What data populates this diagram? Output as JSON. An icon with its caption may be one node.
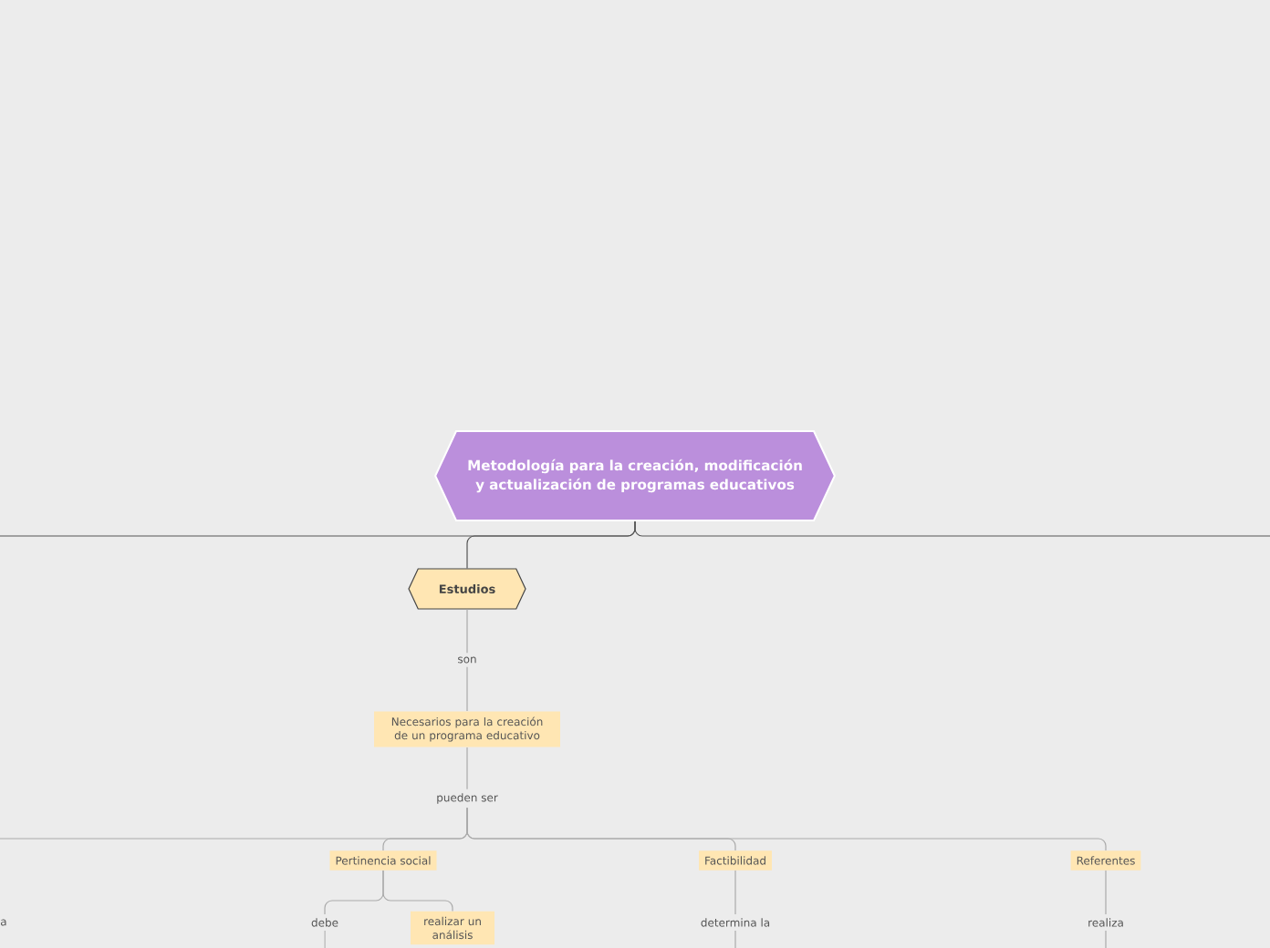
{
  "diagram": {
    "nodes": [
      {
        "text": [
          "Metodología para la creación, modificación y actualización de programas educativos"
        ]
      },
      {
        "text": [
          "Estudios"
        ]
      },
      {
        "text": [
          "son"
        ]
      },
      {
        "text": [
          "Necesarios para la creación de un programa educativo"
        ]
      },
      {
        "text": [
          "pueden ser"
        ]
      },
      {
        "text": [
          "Pertinencia social"
        ]
      },
      {
        "text": [
          "Factibilidad"
        ]
      },
      {
        "text": [
          "Referentes"
        ]
      },
      {
        "text": [
          "debe"
        ]
      },
      {
        "text": [
          "realizar un análisis"
        ]
      },
      {
        "text": [
          "determina la"
        ]
      },
      {
        "text": [
          "realiza"
        ]
      }
    ],
    "edges": [
      {
        "from": 0,
        "to": 1,
        "arrow": "none",
        "color": "#555555"
      },
      {
        "from": 0,
        "to": null,
        "arrow": "none",
        "color": "#555555"
      },
      {
        "from": 0,
        "to": null,
        "arrow": "none",
        "color": "#555555"
      },
      {
        "from": 1,
        "to": 2,
        "arrow": "none"
      },
      {
        "from": 2,
        "to": 3,
        "arrow": "none"
      },
      {
        "from": 3,
        "to": 4,
        "arrow": "none"
      },
      {
        "from": 4,
        "to": null,
        "arrow": "none"
      },
      {
        "from": 4,
        "to": 5,
        "arrow": "none"
      },
      {
        "from": 4,
        "to": 6,
        "arrow": "none"
      },
      {
        "from": 4,
        "to": 7,
        "arrow": "none"
      },
      {
        "from": 5,
        "to": 8,
        "arrow": "none"
      },
      {
        "from": 5,
        "to": 9,
        "arrow": "none"
      },
      {
        "from": 6,
        "to": 10,
        "arrow": "none"
      },
      {
        "from": 7,
        "to": 11,
        "arrow": "none"
      },
      {
        "from": 8,
        "to": null,
        "arrow": "none"
      },
      {
        "from": 10,
        "to": null,
        "arrow": "none"
      },
      {
        "from": 11,
        "to": null,
        "arrow": "none"
      }
    ],
    "labels": [
      "a"
    ]
  }
}
